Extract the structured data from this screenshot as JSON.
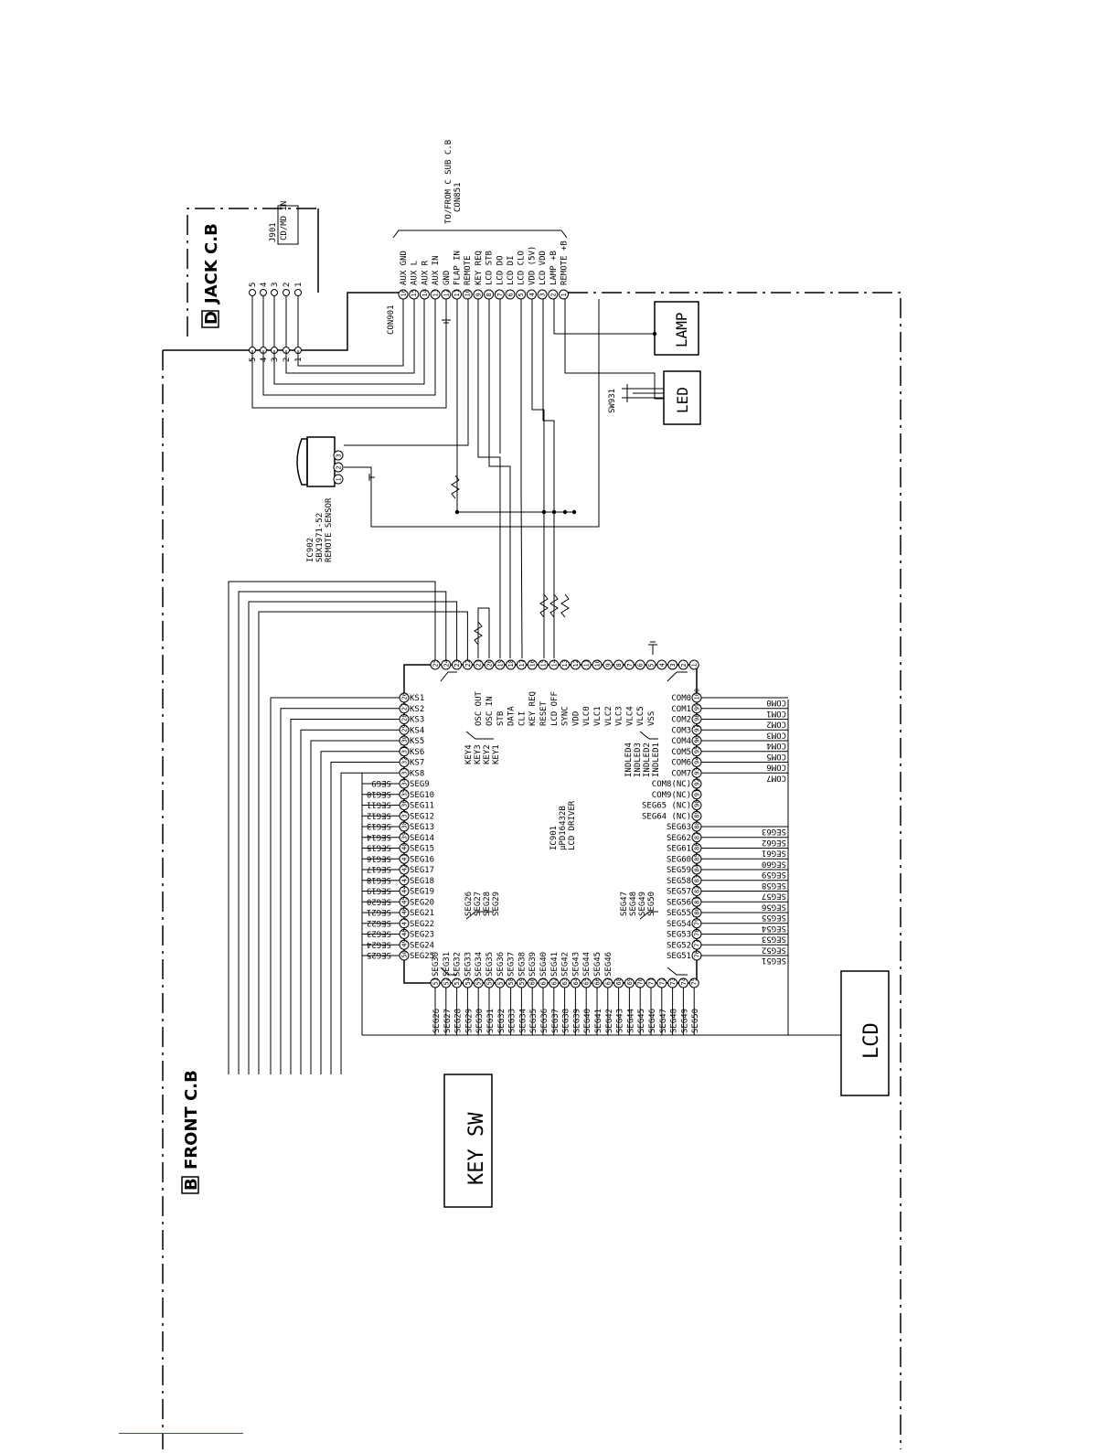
{
  "boards": {
    "front": {
      "letter": "B",
      "name": "FRONT C.B"
    },
    "jack": {
      "letter": "D",
      "name": "JACK C.B"
    }
  },
  "jack_connector": {
    "ref": "J901",
    "label": "CD/MD IN",
    "pins": [
      "5",
      "4",
      "3",
      "2",
      "1"
    ]
  },
  "con901": {
    "ref": "CON901",
    "dest_line1": "TO/FROM C SUB C.B",
    "dest_line2": "CON851",
    "pins": [
      {
        "n": "16",
        "sig": "AUX GND"
      },
      {
        "n": "15",
        "sig": "AUX L"
      },
      {
        "n": "14",
        "sig": "AUX R"
      },
      {
        "n": "13",
        "sig": "AUX IN"
      },
      {
        "n": "12",
        "sig": "GND"
      },
      {
        "n": "11",
        "sig": "FLAP IN"
      },
      {
        "n": "10",
        "sig": "REMOTE"
      },
      {
        "n": "9",
        "sig": "KEY REQ"
      },
      {
        "n": "8",
        "sig": "LCD STB"
      },
      {
        "n": "7",
        "sig": "LCD DO"
      },
      {
        "n": "6",
        "sig": "LCD DI"
      },
      {
        "n": "5",
        "sig": "LCD CLO"
      },
      {
        "n": "4",
        "sig": "VDD (5V)"
      },
      {
        "n": "3",
        "sig": "LCD VDD"
      },
      {
        "n": "2",
        "sig": "LAMP +B"
      },
      {
        "n": "1",
        "sig": "REMOTE +B"
      }
    ]
  },
  "lamp": {
    "label": "LAMP"
  },
  "led": {
    "label": "LED"
  },
  "sw931": {
    "ref": "SW931"
  },
  "ic902": {
    "ref": "IC902",
    "part": "SBX1971-52",
    "func": "REMOTE SENSOR",
    "pins": [
      "1",
      "2",
      "3"
    ]
  },
  "ic901": {
    "ref": "IC901",
    "part": "µPD16432B",
    "func": "LCD DRIVER"
  },
  "keysw": {
    "label": "KEY SW"
  },
  "lcd": {
    "label": "LCD"
  },
  "top_pins": [
    {
      "n": "25"
    },
    {
      "n": "24"
    },
    {
      "n": "23"
    },
    {
      "n": "22"
    },
    {
      "n": "21",
      "sig": "OSC OUT"
    },
    {
      "n": "20",
      "sig": "OSC IN"
    },
    {
      "n": "19",
      "sig": "STB"
    },
    {
      "n": "18",
      "sig": "DATA"
    },
    {
      "n": "17",
      "sig": "CLI"
    },
    {
      "n": "16",
      "sig": "KEY REQ"
    },
    {
      "n": "15",
      "sig": "RESET"
    },
    {
      "n": "14",
      "sig": "LCD OFF"
    },
    {
      "n": "13",
      "sig": "SYNC"
    },
    {
      "n": "12",
      "sig": "VDD"
    },
    {
      "n": "11",
      "sig": "VLC0"
    },
    {
      "n": "10",
      "sig": "VLC1"
    },
    {
      "n": "9",
      "sig": "VLC2"
    },
    {
      "n": "8",
      "sig": "VLC3"
    },
    {
      "n": "7",
      "sig": "VLC4"
    },
    {
      "n": "6",
      "sig": "VLC5"
    },
    {
      "n": "5",
      "sig": "VSS"
    },
    {
      "n": "4"
    },
    {
      "n": "3"
    },
    {
      "n": "2"
    },
    {
      "n": "1"
    }
  ],
  "key_inputs": [
    "KEY4",
    "KEY3",
    "KEY2",
    "KEY1"
  ],
  "led_outputs": [
    "INDLED4",
    "INDLED3",
    "INDLED2",
    "INDLED1"
  ],
  "left_pins": [
    {
      "n": "26",
      "sig": "KS1"
    },
    {
      "n": "27",
      "sig": "KS2"
    },
    {
      "n": "28",
      "sig": "KS3"
    },
    {
      "n": "29",
      "sig": "KS4"
    },
    {
      "n": "30",
      "sig": "KS5"
    },
    {
      "n": "31",
      "sig": "KS6"
    },
    {
      "n": "32",
      "sig": "KS7"
    },
    {
      "n": "33",
      "sig": "KS8"
    },
    {
      "n": "34",
      "sig": "SEG9"
    },
    {
      "n": "35",
      "sig": "SEG10"
    },
    {
      "n": "36",
      "sig": "SEG11"
    },
    {
      "n": "37",
      "sig": "SEG12"
    },
    {
      "n": "38",
      "sig": "SEG13"
    },
    {
      "n": "39",
      "sig": "SEG14"
    },
    {
      "n": "40",
      "sig": "SEG15"
    },
    {
      "n": "41",
      "sig": "SEG16"
    },
    {
      "n": "42",
      "sig": "SEG17"
    },
    {
      "n": "43",
      "sig": "SEG18"
    },
    {
      "n": "44",
      "sig": "SEG19"
    },
    {
      "n": "45",
      "sig": "SEG20"
    },
    {
      "n": "46",
      "sig": "SEG21"
    },
    {
      "n": "47",
      "sig": "SEG22"
    },
    {
      "n": "48",
      "sig": "SEG23"
    },
    {
      "n": "49",
      "sig": "SEG24"
    },
    {
      "n": "50",
      "sig": "SEG25"
    }
  ],
  "right_pins": [
    {
      "n": "100",
      "sig": "COM0"
    },
    {
      "n": "99",
      "sig": "COM1"
    },
    {
      "n": "98",
      "sig": "COM2"
    },
    {
      "n": "97",
      "sig": "COM3"
    },
    {
      "n": "96",
      "sig": "COM4"
    },
    {
      "n": "95",
      "sig": "COM5"
    },
    {
      "n": "94",
      "sig": "COM6"
    },
    {
      "n": "93",
      "sig": "COM7"
    },
    {
      "n": "92",
      "sig": "COM8(NC)"
    },
    {
      "n": "91",
      "sig": "COM9(NC)"
    },
    {
      "n": "90",
      "sig": "SEG65 (NC)"
    },
    {
      "n": "89",
      "sig": "SEG64 (NC)"
    },
    {
      "n": "88",
      "sig": "SEG63"
    },
    {
      "n": "87",
      "sig": "SEG62"
    },
    {
      "n": "86",
      "sig": "SEG61"
    },
    {
      "n": "85",
      "sig": "SEG60"
    },
    {
      "n": "84",
      "sig": "SEG59"
    },
    {
      "n": "83",
      "sig": "SEG58"
    },
    {
      "n": "82",
      "sig": "SEG57"
    },
    {
      "n": "81",
      "sig": "SEG56"
    },
    {
      "n": "80",
      "sig": "SEG55"
    },
    {
      "n": "79",
      "sig": "SEG54"
    },
    {
      "n": "78",
      "sig": "SEG53"
    },
    {
      "n": "77",
      "sig": "SEG52"
    },
    {
      "n": "76",
      "sig": "SEG51"
    }
  ],
  "bottom_pins": [
    {
      "n": "51",
      "sig": "SEG30"
    },
    {
      "n": "52",
      "sig": "SEG31"
    },
    {
      "n": "53",
      "sig": "SEG32"
    },
    {
      "n": "54",
      "sig": "SEG33"
    },
    {
      "n": "55",
      "sig": "SEG34"
    },
    {
      "n": "56",
      "sig": "SEG35"
    },
    {
      "n": "57",
      "sig": "SEG36"
    },
    {
      "n": "58",
      "sig": "SEG37"
    },
    {
      "n": "59",
      "sig": "SEG38"
    },
    {
      "n": "60",
      "sig": "SEG39"
    },
    {
      "n": "61",
      "sig": "SEG40"
    },
    {
      "n": "62",
      "sig": "SEG41"
    },
    {
      "n": "63",
      "sig": "SEG42"
    },
    {
      "n": "64",
      "sig": "SEG43"
    },
    {
      "n": "65",
      "sig": "SEG44"
    },
    {
      "n": "66",
      "sig": "SEG45"
    },
    {
      "n": "67",
      "sig": "SEG46"
    },
    {
      "n": "68"
    },
    {
      "n": "69"
    },
    {
      "n": "70"
    },
    {
      "n": "71"
    },
    {
      "n": "72"
    },
    {
      "n": "73"
    },
    {
      "n": "74"
    },
    {
      "n": "75"
    }
  ],
  "seg_inputs_a": [
    "SEG26",
    "SEG27",
    "SEG28",
    "SEG29"
  ],
  "seg_inputs_b": [
    "SEG47",
    "SEG48",
    "SEG49",
    "SEG50"
  ],
  "left_bus": [
    "SEG9",
    "SEG10",
    "SEG11",
    "SEG12",
    "SEG13",
    "SEG14",
    "SEG15",
    "SEG16",
    "SEG17",
    "SEG18",
    "SEG19",
    "SEG20",
    "SEG21",
    "SEG22",
    "SEG23",
    "SEG24",
    "SEG25"
  ],
  "right_bus": [
    "COM0",
    "COM1",
    "COM2",
    "COM3",
    "COM4",
    "COM5",
    "COM6",
    "COM7",
    "SEG63",
    "SEG62",
    "SEG61",
    "SEG60",
    "SEG59",
    "SEG58",
    "SEG57",
    "SEG56",
    "SEG55",
    "SEG54",
    "SEG53",
    "SEG52",
    "SEG51"
  ],
  "bottom_bus": [
    "SEG26",
    "SEG27",
    "SEG28",
    "SEG29",
    "SEG30",
    "SEG31",
    "SEG32",
    "SEG33",
    "SEG34",
    "SEG35",
    "SEG36",
    "SEG37",
    "SEG38",
    "SEG39",
    "SEG40",
    "SEG41",
    "SEG42",
    "SEG43",
    "SEG44",
    "SEG45",
    "SEG46",
    "SEG47",
    "SEG48",
    "SEG49",
    "SEG50"
  ]
}
